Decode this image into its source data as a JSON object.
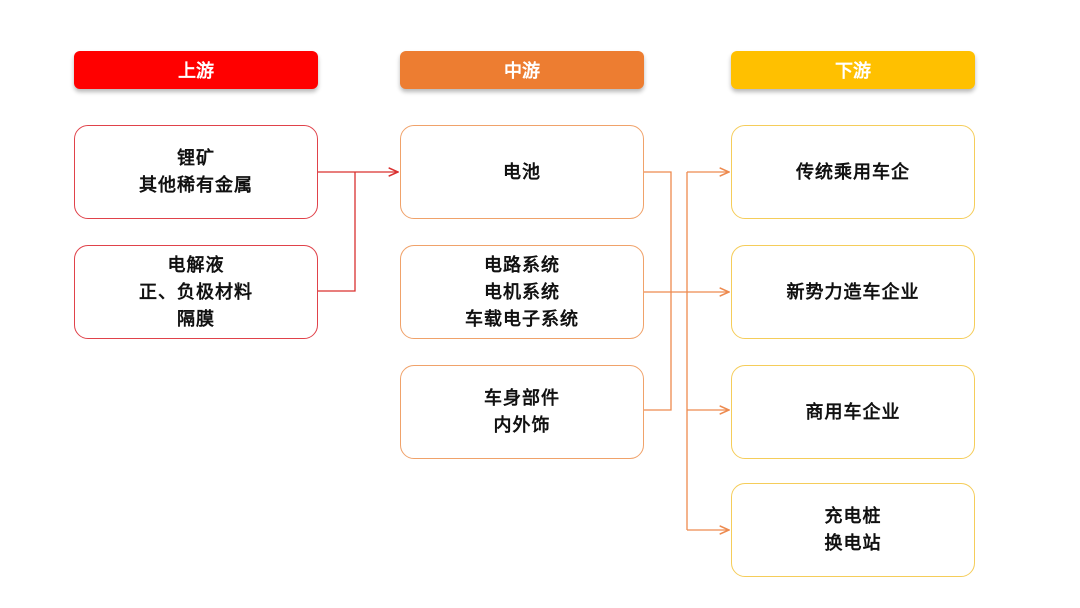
{
  "colors": {
    "upstream": "#ff0000",
    "midstream": "#ed7d31",
    "downstream": "#ffc000",
    "upstream_line": "#d9302f",
    "midstream_line": "#ed8a4f"
  },
  "headers": {
    "upstream": "上游",
    "midstream": "中游",
    "downstream": "下游"
  },
  "upstream": [
    {
      "lines": [
        "锂矿",
        "其他稀有金属"
      ]
    },
    {
      "lines": [
        "电解液",
        "正、负极材料",
        "隔膜"
      ]
    }
  ],
  "midstream": [
    {
      "lines": [
        "电池"
      ]
    },
    {
      "lines": [
        "电路系统",
        "电机系统",
        "车载电子系统"
      ]
    },
    {
      "lines": [
        "车身部件",
        "内外饰"
      ]
    }
  ],
  "downstream": [
    {
      "lines": [
        "传统乘用车企"
      ]
    },
    {
      "lines": [
        "新势力造车企业"
      ]
    },
    {
      "lines": [
        "商用车企业"
      ]
    },
    {
      "lines": [
        "充电桩",
        "换电站"
      ]
    }
  ]
}
